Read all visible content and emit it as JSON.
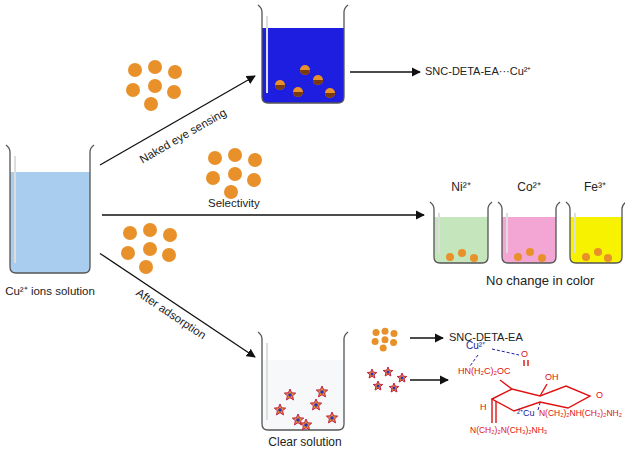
{
  "diagram": {
    "nodes": [
      {
        "text": [
          "Cu²⁺ ions solution"
        ]
      },
      {
        "text": [
          "Ni²⁺"
        ]
      },
      {
        "text": [
          "Co²⁺"
        ]
      },
      {
        "text": [
          "Fe³⁺"
        ]
      },
      {
        "text": [
          "Clear solution"
        ]
      }
    ],
    "edges": [
      {
        "from": 0,
        "to": 4,
        "label": "After adsorption",
        "arrow": "to"
      }
    ],
    "labels": [
      "Naked eye sensing",
      "SNC-DETA-EA···Cu²⁺",
      "Selectivity",
      "No change in color",
      "SNC-DETA-EA",
      "Cu²⁺",
      "HN(H₂C)₂OC",
      "O",
      "OH",
      "O",
      "H",
      "²⁺Cu",
      "N(CH₂)₂NH(CH₂)₂NH₂",
      "N(CH₂)₂N(CH₃)₂NH₃"
    ]
  }
}
